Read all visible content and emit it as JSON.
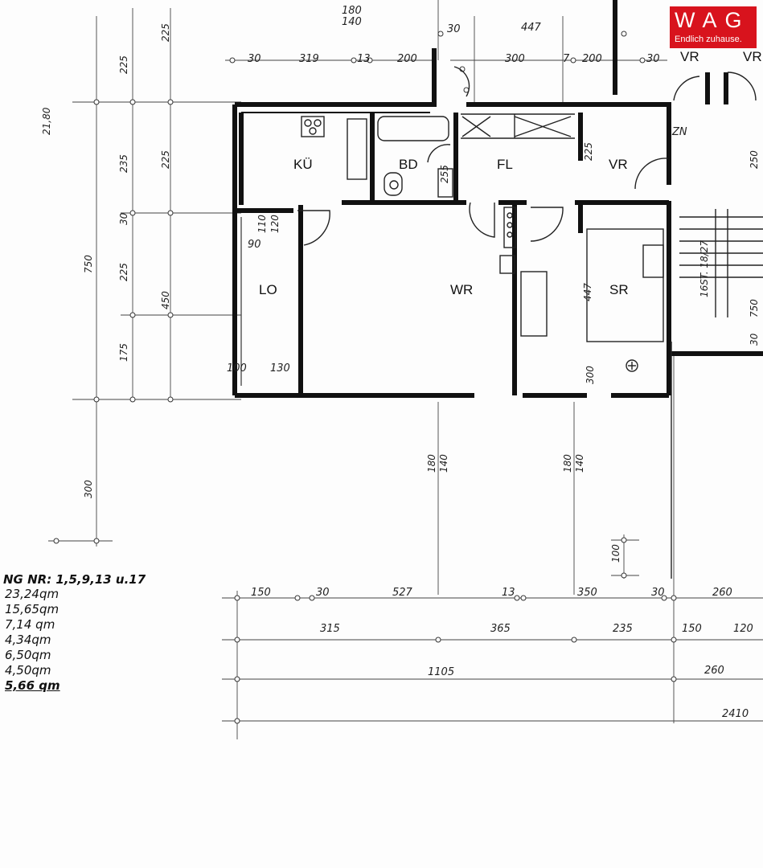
{
  "logo": {
    "letters": "WAG",
    "slogan": "Endlich zuhause."
  },
  "rooms": {
    "kueche": "KÜ",
    "bad": "BD",
    "flur": "FL",
    "vorraum": "VR",
    "loggia": "LO",
    "wohnraum": "WR",
    "schlafraum": "SR",
    "vr_top": "VR",
    "vr_top2": "VR",
    "zn": "ZN"
  },
  "legend": {
    "title": "NG NR: 1,5,9,13 u.17",
    "areas": [
      "23,24qm",
      "15,65qm",
      "7,14 qm",
      "4,34qm",
      "6,50qm",
      "4,50qm",
      "5,66 qm"
    ]
  },
  "dimensions": {
    "top_180": "180",
    "top_140": "140",
    "d30a": "30",
    "d319": "319",
    "d13": "13",
    "d200a": "200",
    "d300": "300",
    "d7": "7",
    "d200b": "200",
    "d30b": "30",
    "d30c": "30",
    "d447top": "447",
    "d2180": "21,80",
    "d225a": "225",
    "d225b": "225",
    "d235": "235",
    "d225c": "225",
    "d450": "450",
    "d225d": "225",
    "d30l": "30",
    "d750": "750",
    "d175": "175",
    "d300l": "300",
    "d110": "110",
    "d120": "120",
    "d90": "90",
    "d100": "100",
    "d130": "130",
    "d255": "255",
    "d447sr": "447",
    "d300sr": "300",
    "d225fl": "225",
    "mid_180a": "180",
    "mid_140a": "140",
    "mid_180b": "180",
    "mid_140b": "140",
    "d100v": "100",
    "s_150": "150",
    "s_30": "30",
    "s_527": "527",
    "s_13": "13",
    "s_350": "350",
    "s_30b": "30",
    "s_260": "260",
    "r_315": "315",
    "r_365": "365",
    "r_235": "235",
    "r_150": "150",
    "r_120": "120",
    "t_1105": "1105",
    "t_260": "260",
    "b_2410": "2410",
    "stair": "16ST. 18/27",
    "r_250": "250",
    "r_750": "750",
    "r_30": "30"
  }
}
